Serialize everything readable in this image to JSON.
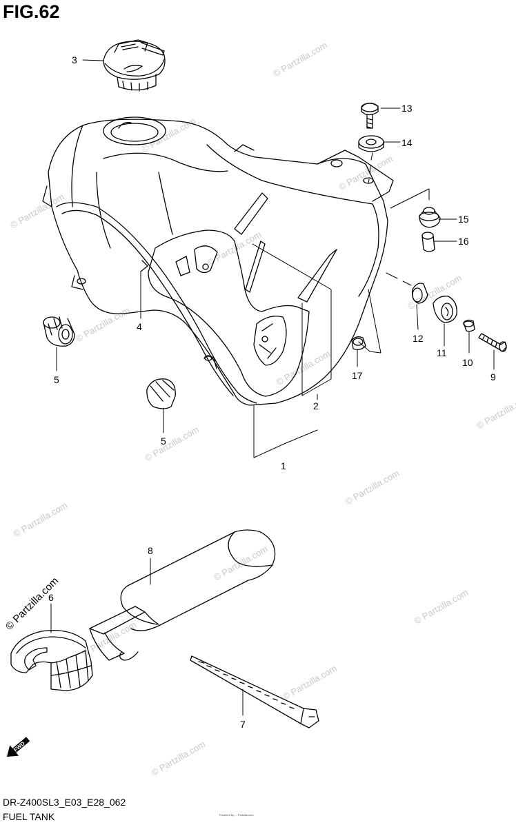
{
  "figure": {
    "title": "FIG.62",
    "model_code": "DR-Z400SL3_E03_E28_062",
    "section_title": "FUEL TANK",
    "footer_note": "Powered by ... Partzilla.com"
  },
  "watermark": {
    "text": "© Partzilla.com",
    "big_text": "© Partzilla.com"
  },
  "direction_badge": "FWD",
  "callouts": [
    {
      "id": "c1",
      "label": "1"
    },
    {
      "id": "c2",
      "label": "2"
    },
    {
      "id": "c3",
      "label": "3"
    },
    {
      "id": "c4",
      "label": "4"
    },
    {
      "id": "c5a",
      "label": "5"
    },
    {
      "id": "c5b",
      "label": "5"
    },
    {
      "id": "c6",
      "label": "6"
    },
    {
      "id": "c7",
      "label": "7"
    },
    {
      "id": "c8",
      "label": "8"
    },
    {
      "id": "c9",
      "label": "9"
    },
    {
      "id": "c10",
      "label": "10"
    },
    {
      "id": "c11",
      "label": "11"
    },
    {
      "id": "c12",
      "label": "12"
    },
    {
      "id": "c13",
      "label": "13"
    },
    {
      "id": "c14",
      "label": "14"
    },
    {
      "id": "c15",
      "label": "15"
    },
    {
      "id": "c16",
      "label": "16"
    },
    {
      "id": "c17",
      "label": "17"
    }
  ],
  "colors": {
    "line": "#000000",
    "watermark": "#c8c8c8",
    "background": "#ffffff"
  }
}
